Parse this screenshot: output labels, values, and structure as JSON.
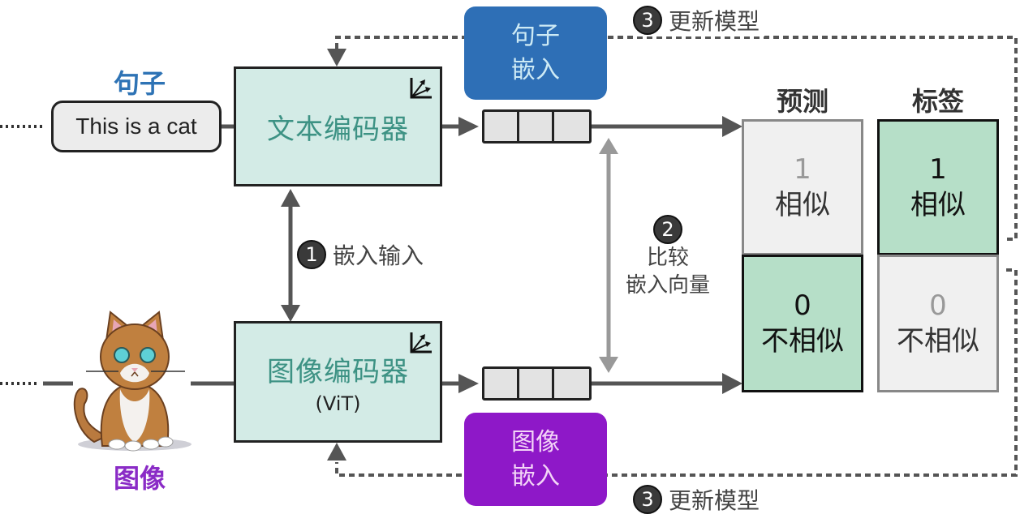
{
  "text_branch": {
    "label": "句子",
    "input_text": "This is a cat",
    "encoder_title": "文本编码器",
    "embedding_label_line1": "句子",
    "embedding_label_line2": "嵌入"
  },
  "image_branch": {
    "label": "图像",
    "encoder_title": "图像编码器",
    "encoder_subtitle": "(ViT)",
    "embedding_label_line1": "图像",
    "embedding_label_line2": "嵌入"
  },
  "steps": {
    "step1": {
      "number": "1",
      "label": "嵌入输入"
    },
    "step2": {
      "number": "2",
      "label_line1": "比较",
      "label_line2": "嵌入向量"
    },
    "step3_top": {
      "number": "3",
      "label": "更新模型"
    },
    "step3_bottom": {
      "number": "3",
      "label": "更新模型"
    }
  },
  "prediction": {
    "header": "预测",
    "cells": [
      {
        "value": "1",
        "label": "相似",
        "active": false
      },
      {
        "value": "0",
        "label": "不相似",
        "active": true
      }
    ]
  },
  "labels": {
    "header": "标签",
    "cells": [
      {
        "value": "1",
        "label": "相似",
        "active": true
      },
      {
        "value": "0",
        "label": "不相似",
        "active": false
      }
    ]
  },
  "icons": {
    "encoder_trainable": "vector-axes-icon",
    "cat_image": "pixel-cat-image"
  },
  "colors": {
    "encoder_fill": "#d3ebe6",
    "encoder_text": "#3d9284",
    "sentence_embedding": "#2e6fb6",
    "image_embedding": "#8e18c8",
    "active_cell": "#b6dfc8",
    "inactive_cell": "#f0f0f0"
  }
}
